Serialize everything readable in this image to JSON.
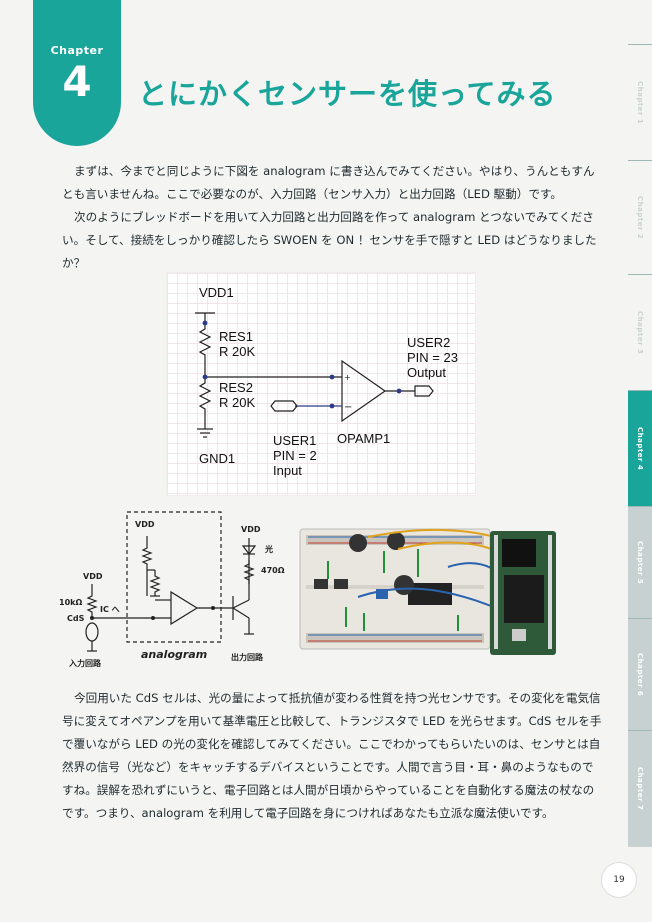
{
  "chapter": {
    "label": "Chapter",
    "number": "4"
  },
  "title": "とにかくセンサーを使ってみる",
  "paragraphs": [
    "まずは、今までと同じように下図を analogram に書き込んでみてください。やはり、うんともすんとも言いませんね。ここで必要なのが、入力回路（センサ入力）と出力回路（LED 駆動）です。",
    "次のようにブレッドボードを用いて入力回路と出力回路を作って analogram とつないでみてください。そして、接続をしっかり確認したら SWOEN を ON ！センサを手で隠すと LED はどうなりましたか？",
    "今回用いた CdS セルは、光の量によって抵抗値が変わる性質を持つ光センサです。その変化を電気信号に変えてオペアンプを用いて基準電圧と比較して、トランジスタで LED を光らせます。CdS セルを手で覆いながら LED の光の変化を確認してみてください。ここでわかってもらいたいのは、センサとは自然界の信号（光など）をキャッチするデバイスということです。人間で言う目・耳・鼻のようなものですね。誤解を恐れずにいうと、電子回路とは人間が日頃からやっていることを自動化する魔法の杖なのです。つまり、analogram を利用して電子回路を身につければあなたも立派な魔法使いです。"
  ],
  "circuit1": {
    "vdd": "VDD1",
    "res1": [
      "RES1",
      "R 20K"
    ],
    "res2": [
      "RES2",
      "R 20K"
    ],
    "user2": [
      "USER2",
      "PIN = 23",
      "Output"
    ],
    "gnd": "GND1",
    "user1": [
      "USER1",
      "PIN = 2",
      "Input"
    ],
    "opamp": "OPAMP1"
  },
  "circuit2": {
    "vdd_left": "VDD",
    "vdd_mid": "VDD",
    "vdd_right": "VDD",
    "res_label": "10kΩ",
    "cds_label": "CdS",
    "ic_label": "IC へ",
    "light_label": "光",
    "res2_label": "470Ω",
    "input_label": "入力回路",
    "output_label": "出力回路",
    "brand": "analogram"
  },
  "side_nav": [
    {
      "label": "Chapter 1",
      "state": "inactive"
    },
    {
      "label": "Chapter 2",
      "state": "inactive"
    },
    {
      "label": "Chapter 3",
      "state": "inactive"
    },
    {
      "label": "Chapter 4",
      "state": "active"
    },
    {
      "label": "Chapter 5",
      "state": "dark"
    },
    {
      "label": "Chapter 6",
      "state": "dark"
    },
    {
      "label": "Chapter 7",
      "state": "dark"
    }
  ],
  "page_number": "19",
  "colors": {
    "accent": "#1aa59b",
    "board": "#2e5a3a"
  }
}
